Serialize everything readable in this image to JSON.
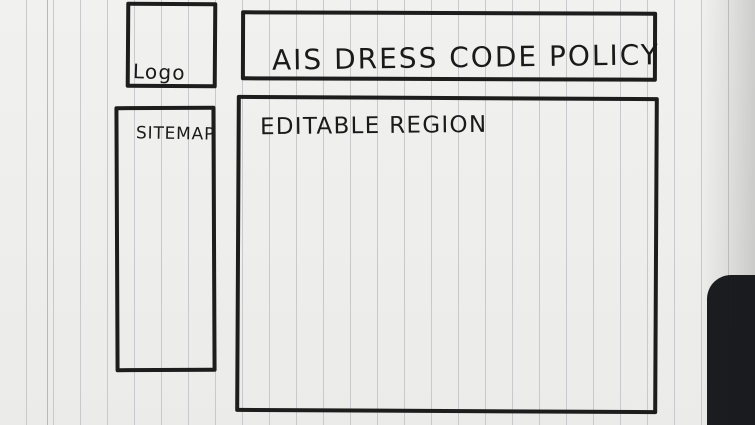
{
  "sketch": {
    "logo_label": "Logo",
    "title_label": "AIS DRESS CODE POLICY",
    "sitemap_label": "SITEMAP",
    "editable_region_label": "EDITABLE REGION"
  },
  "colors": {
    "ink": "#1d1d1d",
    "paper": "#efefed",
    "grid": "#c7c9cc"
  }
}
